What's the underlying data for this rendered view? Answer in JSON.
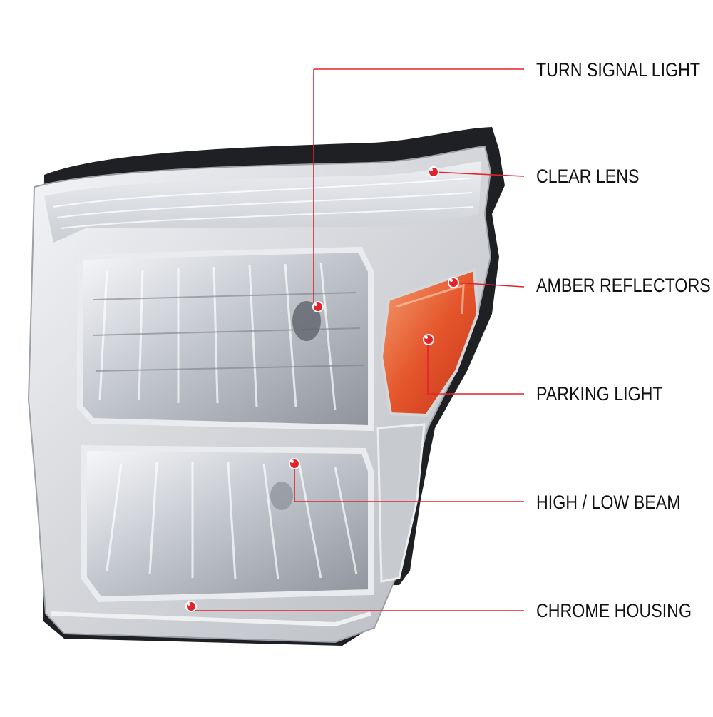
{
  "accent_color": "#e3222b",
  "callouts": [
    {
      "id": "turn_signal",
      "label": "TURN SIGNAL LIGHT"
    },
    {
      "id": "clear_lens",
      "label": "CLEAR LENS"
    },
    {
      "id": "amber_reflectors",
      "label": "AMBER REFLECTORS"
    },
    {
      "id": "parking_light",
      "label": "PARKING LIGHT"
    },
    {
      "id": "high_low_beam",
      "label": "HIGH / LOW BEAM"
    },
    {
      "id": "chrome_housing",
      "label": "CHROME HOUSING"
    }
  ]
}
